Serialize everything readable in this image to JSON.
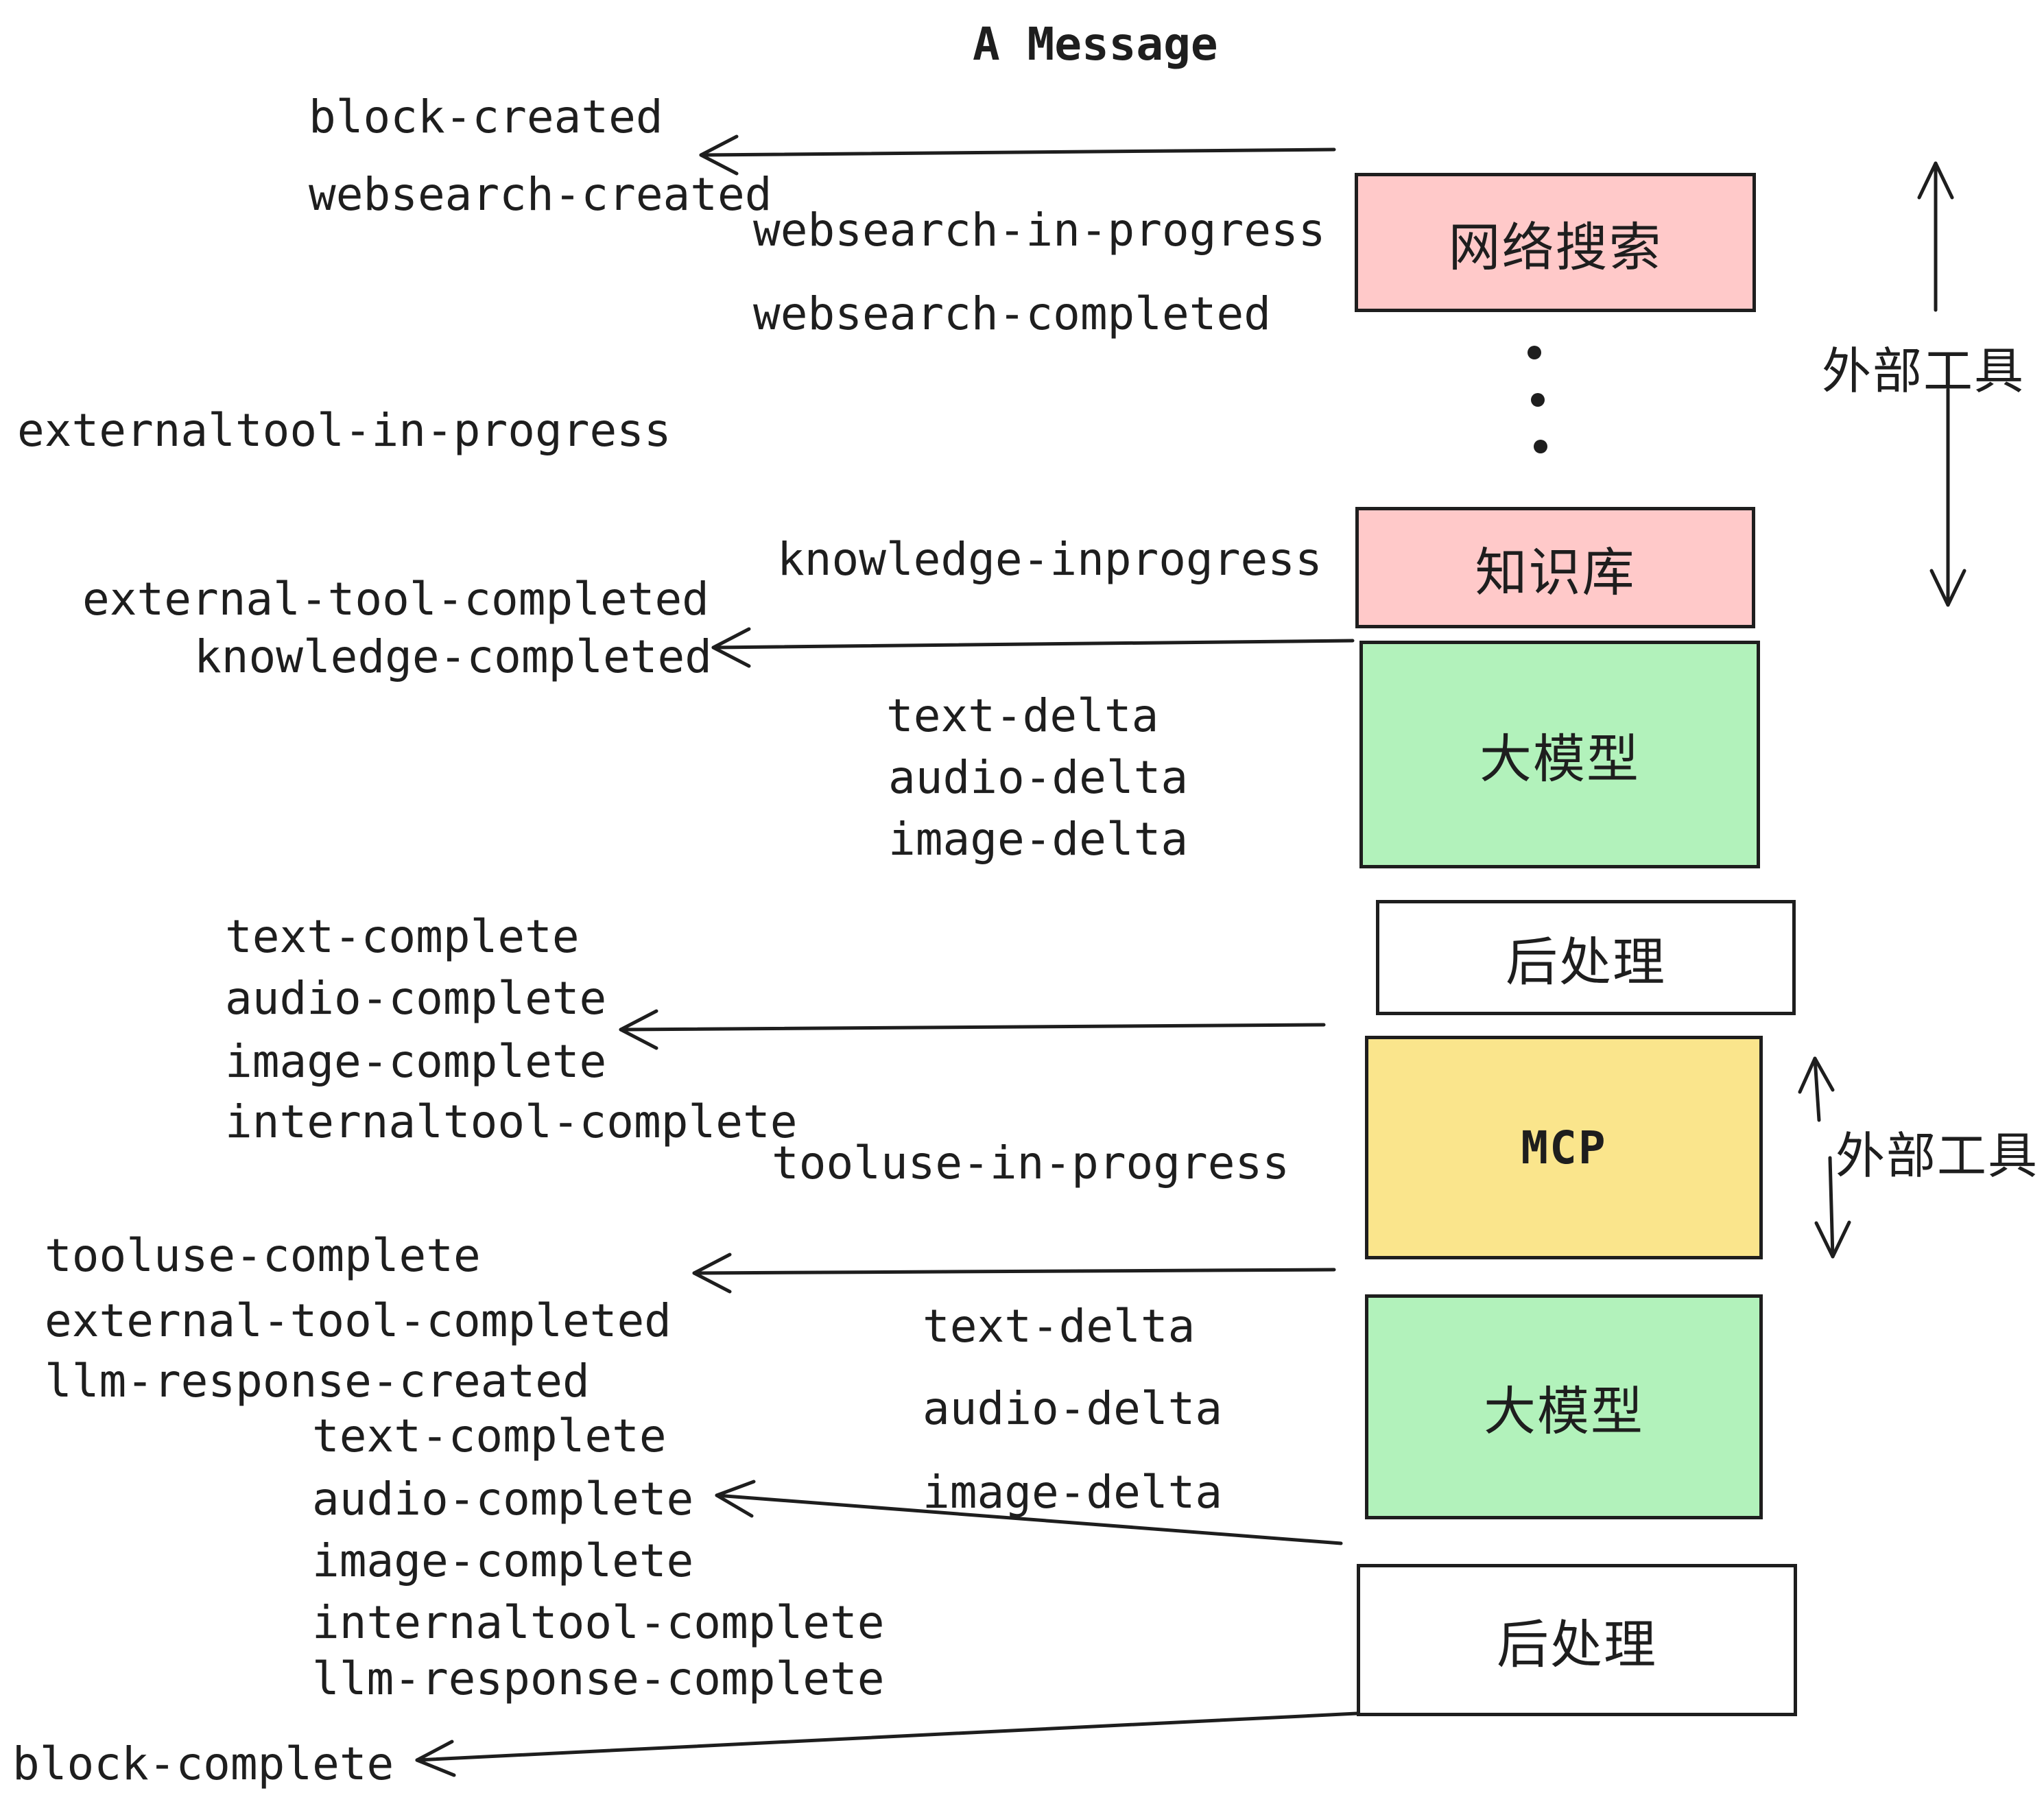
{
  "title": "A Message",
  "colors": {
    "stroke": "#1e1e1e",
    "pink": "#ffc9c9",
    "green": "#b2f2bb",
    "yellow": "#fae58c",
    "white": "#ffffff"
  },
  "boxes": [
    {
      "id": "websearch",
      "label": "网络搜索",
      "fill": "pink"
    },
    {
      "id": "knowledge",
      "label": "知识库",
      "fill": "pink"
    },
    {
      "id": "llm-1",
      "label": "大模型",
      "fill": "green"
    },
    {
      "id": "post-1",
      "label": "后处理",
      "fill": "white"
    },
    {
      "id": "mcp",
      "label": "MCP",
      "fill": "yellow"
    },
    {
      "id": "llm-2",
      "label": "大模型",
      "fill": "green"
    },
    {
      "id": "post-2",
      "label": "后处理",
      "fill": "white"
    }
  ],
  "side_labels": [
    {
      "id": "external-tools-1",
      "label": "外部工具"
    },
    {
      "id": "external-tools-2",
      "label": "外部工具"
    }
  ],
  "events": [
    {
      "id": "block-created",
      "label": "block-created"
    },
    {
      "id": "websearch-created",
      "label": "websearch-created"
    },
    {
      "id": "websearch-in-progress",
      "label": "websearch-in-progress"
    },
    {
      "id": "websearch-completed",
      "label": "websearch-completed"
    },
    {
      "id": "externaltool-in-progress",
      "label": "externaltool-in-progress"
    },
    {
      "id": "knowledge-inprogress",
      "label": "knowledge-inprogress"
    },
    {
      "id": "external-tool-completed-1",
      "label": "external-tool-completed"
    },
    {
      "id": "knowledge-completed",
      "label": "knowledge-completed"
    },
    {
      "id": "text-delta-1",
      "label": "text-delta"
    },
    {
      "id": "audio-delta-1",
      "label": "audio-delta"
    },
    {
      "id": "image-delta-1",
      "label": "image-delta"
    },
    {
      "id": "text-complete-1",
      "label": "text-complete"
    },
    {
      "id": "audio-complete-1",
      "label": "audio-complete"
    },
    {
      "id": "image-complete-1",
      "label": "image-complete"
    },
    {
      "id": "internaltool-complete-1",
      "label": "internaltool-complete"
    },
    {
      "id": "tooluse-in-progress",
      "label": "tooluse-in-progress"
    },
    {
      "id": "tooluse-complete",
      "label": "tooluse-complete"
    },
    {
      "id": "external-tool-completed-2",
      "label": "external-tool-completed"
    },
    {
      "id": "llm-response-created",
      "label": "llm-response-created"
    },
    {
      "id": "text-delta-2",
      "label": "text-delta"
    },
    {
      "id": "audio-delta-2",
      "label": "audio-delta"
    },
    {
      "id": "image-delta-2",
      "label": "image-delta"
    },
    {
      "id": "text-complete-2",
      "label": "text-complete"
    },
    {
      "id": "audio-complete-2",
      "label": "audio-complete"
    },
    {
      "id": "image-complete-2",
      "label": "image-complete"
    },
    {
      "id": "internaltool-complete-2",
      "label": "internaltool-complete"
    },
    {
      "id": "llm-response-complete",
      "label": "llm-response-complete"
    },
    {
      "id": "block-complete",
      "label": "block-complete"
    }
  ]
}
